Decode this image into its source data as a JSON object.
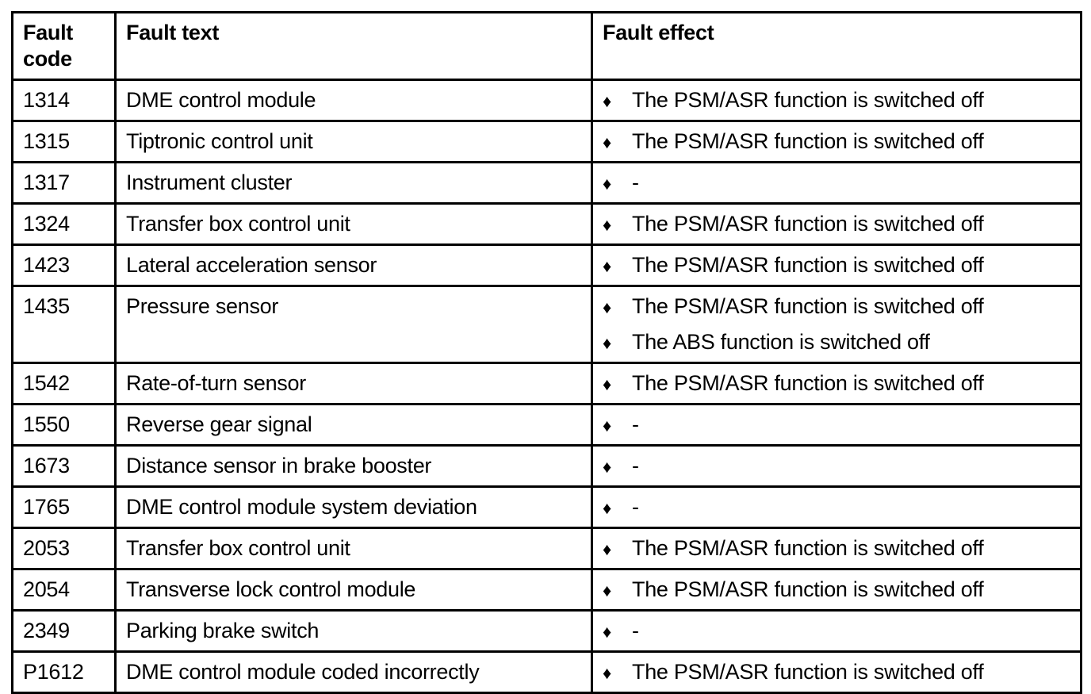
{
  "table": {
    "bullet": "♦",
    "headers": {
      "code": "Fault\ncode",
      "text": "Fault text",
      "effect": "Fault effect"
    },
    "rows": [
      {
        "code": "1314",
        "text": "DME control module",
        "effects": [
          "The PSM/ASR function is switched off"
        ]
      },
      {
        "code": "1315",
        "text": "Tiptronic control unit",
        "effects": [
          "The PSM/ASR function is switched off"
        ]
      },
      {
        "code": "1317",
        "text": "Instrument cluster",
        "effects": [
          "-"
        ]
      },
      {
        "code": "1324",
        "text": "Transfer box control unit",
        "effects": [
          "The PSM/ASR function is switched off"
        ]
      },
      {
        "code": "1423",
        "text": "Lateral acceleration sensor",
        "effects": [
          "The PSM/ASR function is switched off"
        ]
      },
      {
        "code": "1435",
        "text": "Pressure sensor",
        "effects": [
          "The PSM/ASR function is switched off",
          "The ABS function is switched off"
        ]
      },
      {
        "code": "1542",
        "text": "Rate-of-turn sensor",
        "effects": [
          "The PSM/ASR function is switched off"
        ]
      },
      {
        "code": "1550",
        "text": "Reverse gear signal",
        "effects": [
          "-"
        ]
      },
      {
        "code": "1673",
        "text": "Distance sensor in brake booster",
        "effects": [
          "-"
        ]
      },
      {
        "code": "1765",
        "text": "DME control module system deviation",
        "effects": [
          "-"
        ]
      },
      {
        "code": "2053",
        "text": "Transfer box control unit",
        "effects": [
          "The PSM/ASR function is switched off"
        ]
      },
      {
        "code": "2054",
        "text": "Transverse lock control module",
        "effects": [
          "The PSM/ASR function is switched off"
        ]
      },
      {
        "code": "2349",
        "text": "Parking brake switch",
        "effects": [
          "-"
        ]
      },
      {
        "code": "P1612",
        "text": "DME control module coded incorrectly",
        "effects": [
          "The PSM/ASR function is switched off"
        ]
      }
    ]
  }
}
